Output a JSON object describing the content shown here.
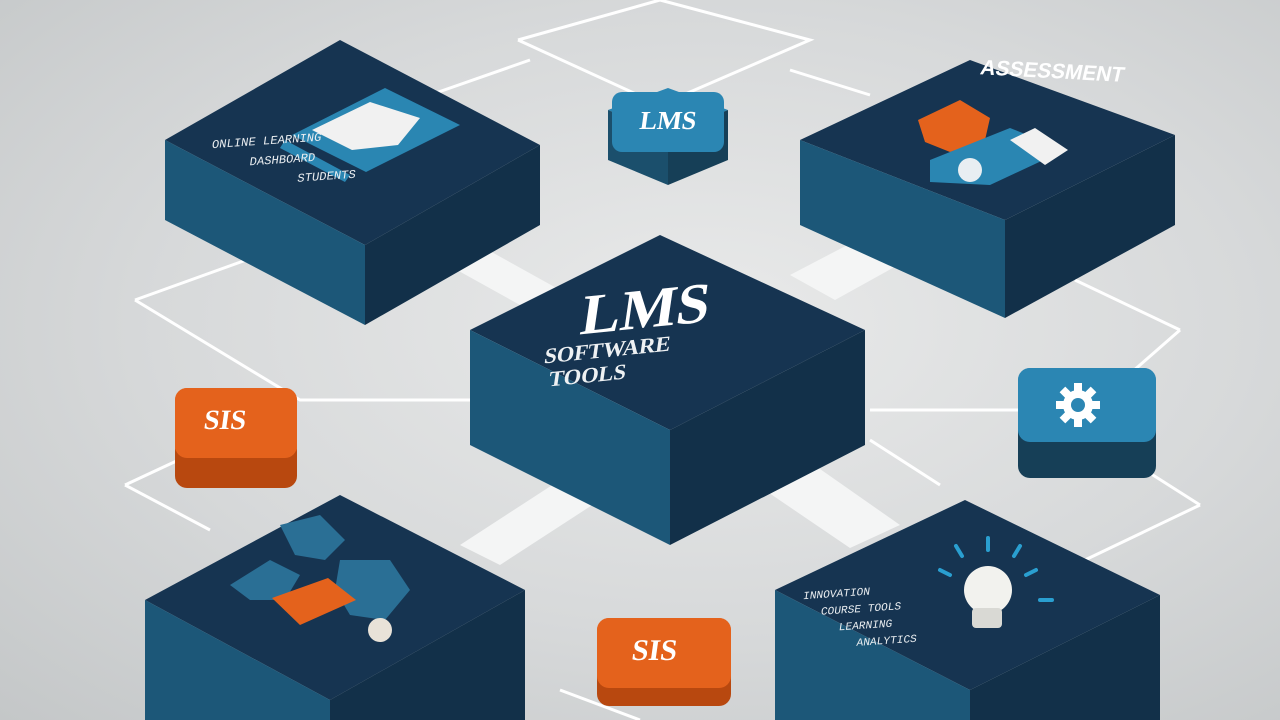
{
  "center": {
    "title": "LMS",
    "subtitle_line1": "SOFTWARE",
    "subtitle_line2": "TOOLS"
  },
  "top_right_block": {
    "label": "ASSESSMENT"
  },
  "top_small_tile": {
    "label": "LMS"
  },
  "left_small_tile": {
    "label": "SIS"
  },
  "bottom_small_tile": {
    "label": "SIS"
  },
  "right_small_tile": {
    "icon": "gear-icon"
  },
  "top_left_block": {
    "icon": "monitor-icon",
    "text_lines": [
      "ONLINE LEARNING",
      "DASHBOARD",
      "STUDENTS"
    ]
  },
  "bottom_left_block": {
    "icon": "world-map-icon"
  },
  "bottom_right_block": {
    "icon": "lightbulb-icon",
    "text_lines": [
      "INNOVATION",
      "COURSE TOOLS",
      "LEARNING",
      "ANALYTICS"
    ]
  },
  "colors": {
    "navy": "#12304d",
    "teal": "#1b5d7e",
    "blue_tile": "#2b86b3",
    "orange": "#e4621c",
    "background": "#d9dbdc"
  }
}
